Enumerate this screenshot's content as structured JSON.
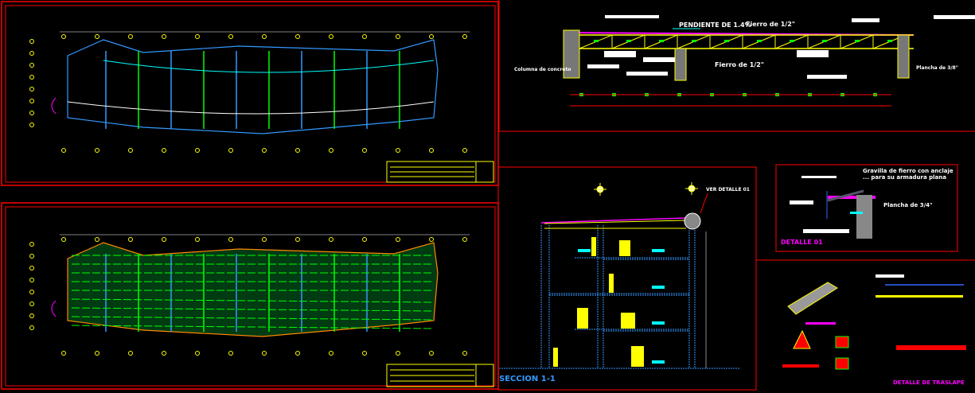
{
  "colors": {
    "background": "#000000",
    "frame": "#ff0000",
    "steel": "#ffff00",
    "roof": "#ff00ff",
    "wall": "#3399ff",
    "accent": "#00ffff",
    "green": "#00ff00"
  },
  "roof_section": {
    "slope_label": "PENDIENTE DE 1.4%",
    "rebar_top_label": "Fierro de 1/2\"",
    "rebar_bottom_label": "Fierro de 1/2\"",
    "column_label": "Columna de concreto",
    "plate_label": "Plancha de 3/8\""
  },
  "detail_01": {
    "note_label": "Gravilla de fierro con anclaje ... para su armadura plana",
    "plate_label": "Plancha de 3/4\"",
    "title": "DETALLE 01"
  },
  "section_1_1": {
    "callout": "VER DETALLE 01",
    "title": "SECCION 1-1"
  },
  "overlap_detail": {
    "title": "DETALLE DE TRASLAPE"
  }
}
